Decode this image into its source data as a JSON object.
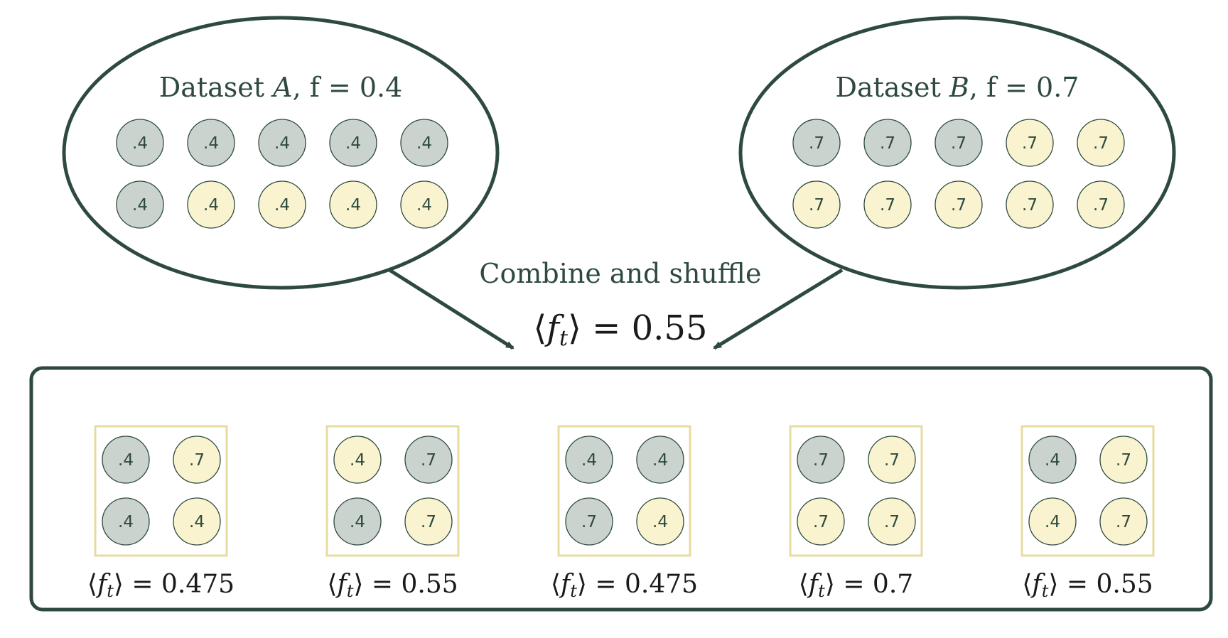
{
  "colors": {
    "stroke": "#2e4a3f",
    "grey_ball": "#cbd3cf",
    "yellow_ball": "#f9f4cf",
    "batch_border": "#e8dba0",
    "text": "#2e4a3f"
  },
  "dataset_a": {
    "title_prefix": "Dataset ",
    "title_var": "A",
    "title_suffix": ", f = 0.4",
    "balls": [
      {
        "label": ".4",
        "color": "grey"
      },
      {
        "label": ".4",
        "color": "grey"
      },
      {
        "label": ".4",
        "color": "grey"
      },
      {
        "label": ".4",
        "color": "grey"
      },
      {
        "label": ".4",
        "color": "grey"
      },
      {
        "label": ".4",
        "color": "grey"
      },
      {
        "label": ".4",
        "color": "yellow"
      },
      {
        "label": ".4",
        "color": "yellow"
      },
      {
        "label": ".4",
        "color": "yellow"
      },
      {
        "label": ".4",
        "color": "yellow"
      }
    ]
  },
  "dataset_b": {
    "title_prefix": "Dataset ",
    "title_var": "B",
    "title_suffix": ", f = 0.7",
    "balls": [
      {
        "label": ".7",
        "color": "grey"
      },
      {
        "label": ".7",
        "color": "grey"
      },
      {
        "label": ".7",
        "color": "grey"
      },
      {
        "label": ".7",
        "color": "yellow"
      },
      {
        "label": ".7",
        "color": "yellow"
      },
      {
        "label": ".7",
        "color": "yellow"
      },
      {
        "label": ".7",
        "color": "yellow"
      },
      {
        "label": ".7",
        "color": "yellow"
      },
      {
        "label": ".7",
        "color": "yellow"
      },
      {
        "label": ".7",
        "color": "yellow"
      }
    ]
  },
  "combine": {
    "label": "Combine and shuffle",
    "mean_rhs": "= 0.55"
  },
  "batches": [
    {
      "balls": [
        {
          "label": ".4",
          "color": "grey"
        },
        {
          "label": ".7",
          "color": "yellow"
        },
        {
          "label": ".4",
          "color": "grey"
        },
        {
          "label": ".4",
          "color": "yellow"
        }
      ],
      "mean_rhs": "= 0.475"
    },
    {
      "balls": [
        {
          "label": ".4",
          "color": "yellow"
        },
        {
          "label": ".7",
          "color": "grey"
        },
        {
          "label": ".4",
          "color": "grey"
        },
        {
          "label": ".7",
          "color": "yellow"
        }
      ],
      "mean_rhs": "= 0.55"
    },
    {
      "balls": [
        {
          "label": ".4",
          "color": "grey"
        },
        {
          "label": ".4",
          "color": "grey"
        },
        {
          "label": ".7",
          "color": "grey"
        },
        {
          "label": ".4",
          "color": "yellow"
        }
      ],
      "mean_rhs": "= 0.475"
    },
    {
      "balls": [
        {
          "label": ".7",
          "color": "grey"
        },
        {
          "label": ".7",
          "color": "yellow"
        },
        {
          "label": ".7",
          "color": "yellow"
        },
        {
          "label": ".7",
          "color": "yellow"
        }
      ],
      "mean_rhs": "= 0.7"
    },
    {
      "balls": [
        {
          "label": ".4",
          "color": "grey"
        },
        {
          "label": ".7",
          "color": "yellow"
        },
        {
          "label": ".4",
          "color": "yellow"
        },
        {
          "label": ".7",
          "color": "yellow"
        }
      ],
      "mean_rhs": "= 0.55"
    }
  ]
}
